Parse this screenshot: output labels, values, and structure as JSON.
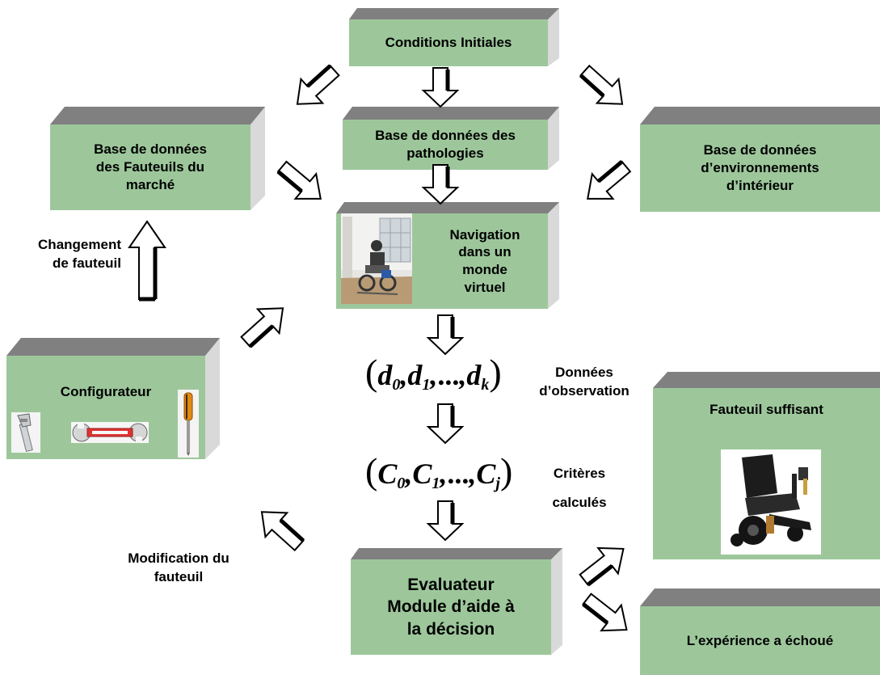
{
  "boxes": {
    "conditions": "Conditions Initiales",
    "fauteuils": [
      "Base de données",
      "des Fauteuils du",
      "marché"
    ],
    "pathologies": [
      "Base de données des",
      "pathologies"
    ],
    "environnements": [
      "Base de données",
      "d’environnements",
      "d’intérieur"
    ],
    "navigation": [
      "Navigation",
      "dans un",
      "monde",
      "virtuel"
    ],
    "configurateur": "Configurateur",
    "fauteuil_suffisant": "Fauteuil suffisant",
    "evaluateur": [
      "Evaluateur",
      "Module d’aide à",
      "la décision"
    ],
    "echec": "L’expérience a échoué"
  },
  "labels": {
    "changement": [
      "Changement",
      "de fauteuil"
    ],
    "donnees": [
      "Données",
      "d’observation"
    ],
    "criteres": [
      "Critères",
      "calculés"
    ],
    "modification": [
      "Modification du",
      "fauteuil"
    ]
  },
  "formulas": {
    "observations": {
      "base": "d",
      "subs": [
        "0",
        "1",
        "k"
      ],
      "ellipsis": "..."
    },
    "criteria": {
      "base": "C",
      "subs": [
        "0",
        "1",
        "j"
      ],
      "ellipsis": "..."
    }
  },
  "colors": {
    "box_face": "#9dc79b",
    "box_top": "#808080",
    "box_side": "#d9d9d9",
    "arrow_stroke": "#000000"
  },
  "icons": [
    "wheelchair-simulator-photo",
    "wrench-icon",
    "spanner-icon",
    "screwdriver-icon",
    "power-wheelchair-photo"
  ]
}
